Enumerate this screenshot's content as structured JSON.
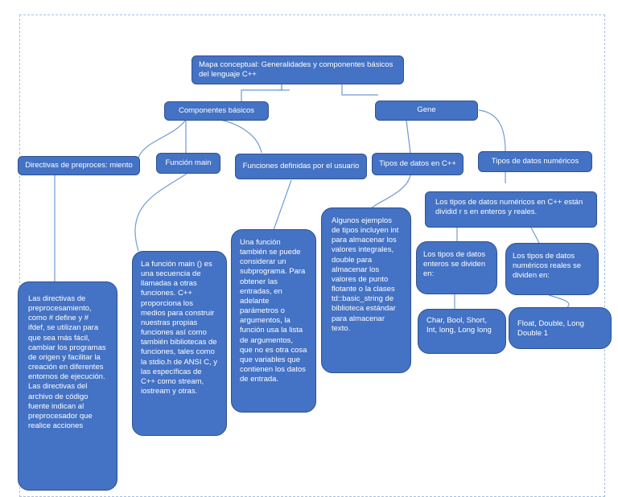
{
  "title": "Mapa conceptual: Generalidades y componentes básicos del lenguaje C++",
  "componentes": "Componentes básicos",
  "gene": "Gene",
  "directivas": "Directivas de preproces: miento",
  "funcion_main": "Función main",
  "funciones_usuario": "Funciones definidas por el usuario",
  "tipos_datos": "Tipos de datos en C++",
  "tipos_numericos": "Tipos de datos numéricos",
  "numericos_desc": "Los tipos de datos numéricos en C++ están dividid r s en enteros y reales.",
  "enteros": "Los tipos de datos enteros se dividen en:",
  "reales": "Los tipos de datos numéricos reales se dividen en:",
  "enteros_lista": "Char, Bool, Short, Int, long, Long long",
  "reales_lista": "Float, Double, Long Double 1",
  "ejemplos": "Algunos ejemplos de tipos incluyen int para almacenar los valores integrales, double para almacenar los valores de punto flotante o la clases td::basic_string de biblioteca estándar para almacenar texto.",
  "funcion_desc": "Una función también se puede considerar un subprograma. Para obtener las entradas, en adelante parámetros o argumentos, la función usa la lista de argumentos, que no es otra cosa que variables que contienen los datos de entrada.",
  "main_desc": "La función main () es una secuencia de llamadas a otras funciones. C++ proporciona los medios para construir nuestras propias funciones así como también bibliotecas de funciones, tales como la stdio.h de ANSI C, y las específicas de C++ como stream, iostream y otras.",
  "directivas_desc": "Las directivas de preprocesamiento, como # define y # ifdef, se utilizan para que sea más fácil, cambiar los programas de origen y facilitar la creación en diferentes entornos de ejecución. Las directivas del archivo de código fuente indican al preprocesador que realice acciones"
}
